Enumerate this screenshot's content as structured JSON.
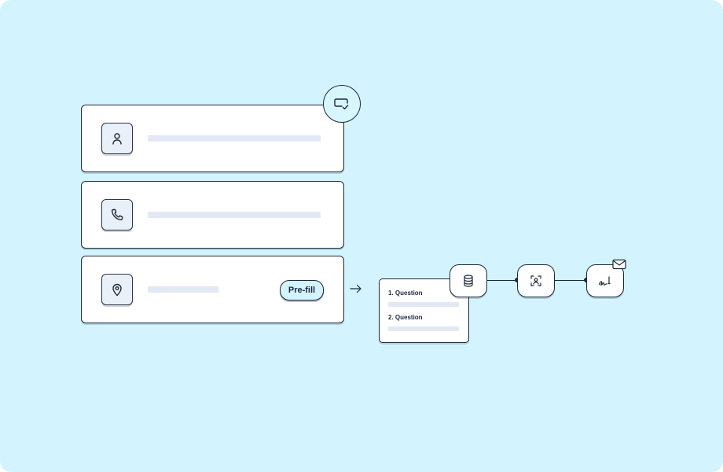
{
  "form": {
    "fields": [
      {
        "icon": "user-icon"
      },
      {
        "icon": "phone-icon"
      },
      {
        "icon": "location-pin-icon"
      }
    ],
    "verified_badge_icon": "verified-message-icon",
    "prefill_label": "Pre-fill"
  },
  "flow": {
    "arrow_icon": "arrow-right-icon",
    "questions": [
      {
        "label": "1. Question"
      },
      {
        "label": "2. Question"
      }
    ],
    "steps": [
      {
        "icon": "database-icon"
      },
      {
        "icon": "face-scan-icon"
      },
      {
        "icon": "signature-icon"
      }
    ],
    "notification_icon": "envelope-icon"
  },
  "colors": {
    "background": "#d3f4fe",
    "ink": "#1c2a3a",
    "placeholder_bar": "#e3e9f4"
  }
}
